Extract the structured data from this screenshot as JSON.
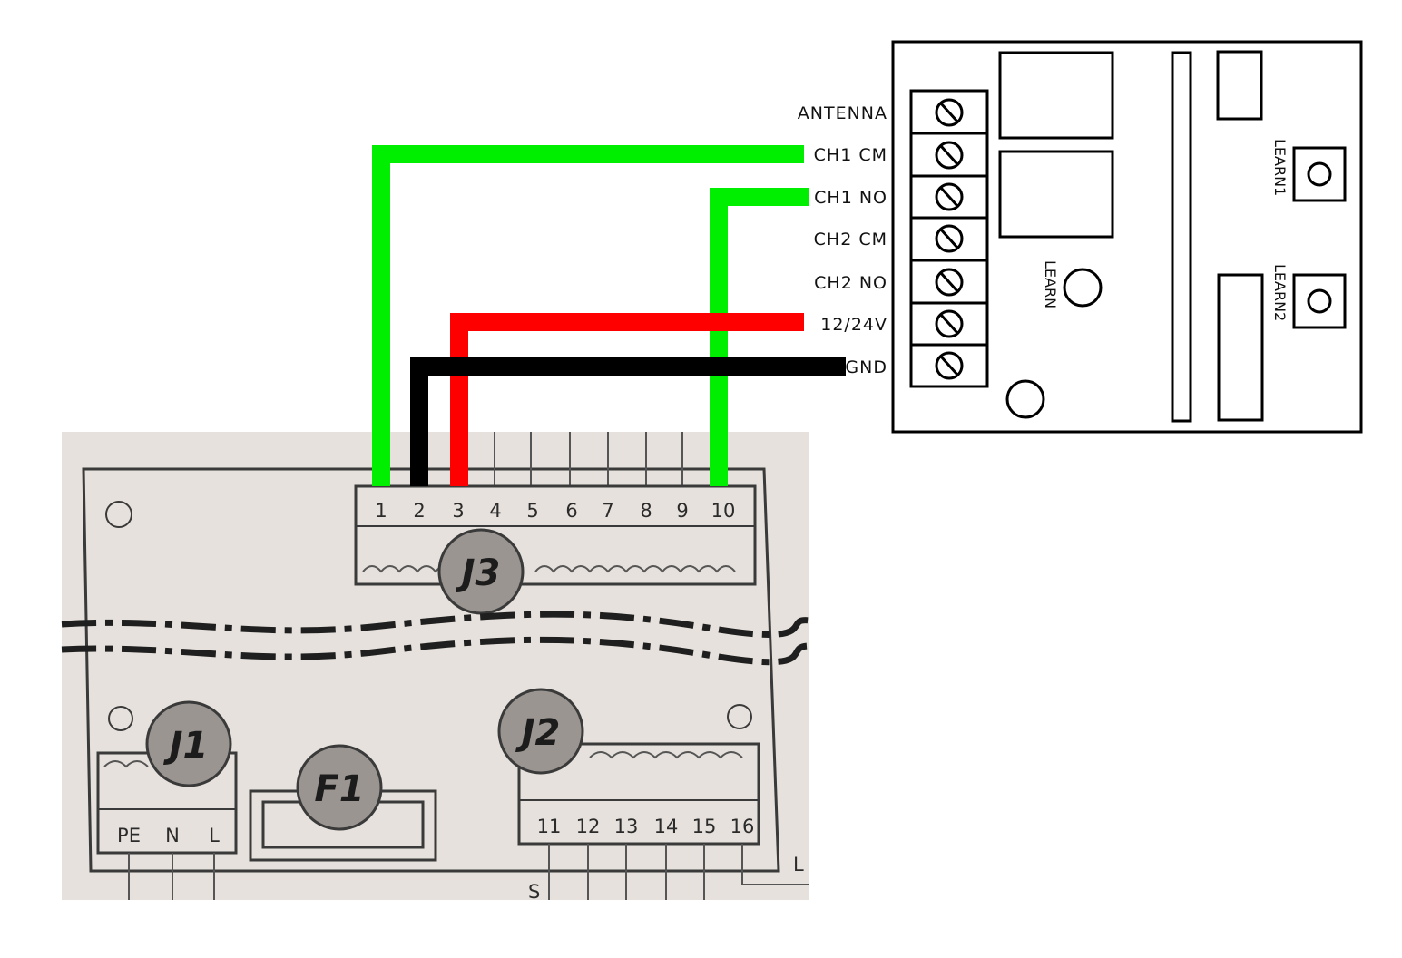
{
  "receiver": {
    "terminals": [
      "ANTENNA",
      "CH1 CM",
      "CH1 NO",
      "CH2 CM",
      "CH2 NO",
      "12/24V",
      "GND"
    ],
    "learn_label": "LEARN",
    "learn1_label": "LEARN1",
    "learn2_label": "LEARN2"
  },
  "controller": {
    "j3_label": "J3",
    "j3_pins": [
      "1",
      "2",
      "3",
      "4",
      "5",
      "6",
      "7",
      "8",
      "9",
      "10"
    ],
    "j1_label": "J1",
    "j1_pins": [
      "PE",
      "N",
      "L"
    ],
    "f1_label": "F1",
    "j2_label": "J2",
    "j2_pins": [
      "11",
      "12",
      "13",
      "14",
      "15",
      "16"
    ],
    "edge_label": "L",
    "bottom_mark": "S"
  },
  "wires": [
    {
      "from": "CH1 CM",
      "to": "1",
      "color": "#00ee00"
    },
    {
      "from": "CH1 NO",
      "to": "10",
      "color": "#00ee00"
    },
    {
      "from": "12/24V",
      "to": "3",
      "color": "#ff0000"
    },
    {
      "from": "GND",
      "to": "2",
      "color": "#000000"
    }
  ],
  "colors": {
    "paper": "#e6e1dc",
    "badge": "#9b9591",
    "line": "#3a3a3a"
  }
}
